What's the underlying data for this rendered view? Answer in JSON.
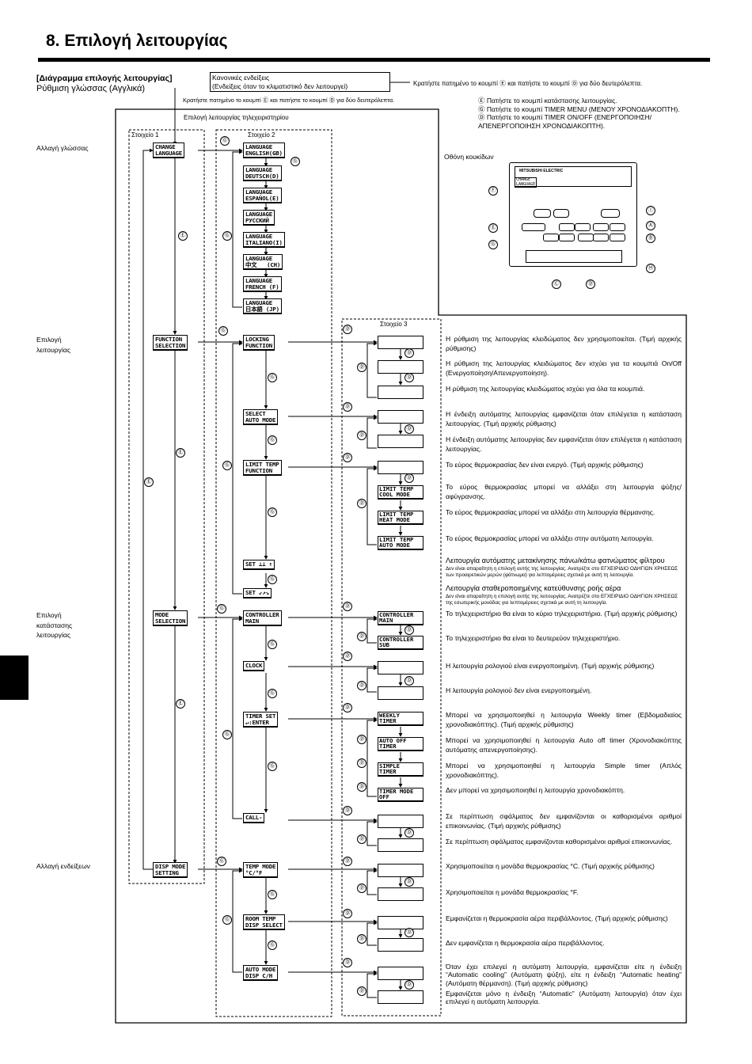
{
  "page_title": "8. Επιλογή λειτουργίας",
  "diagram_heading": "[Διάγραμμα επιλογής λειτουργίας]",
  "diagram_subheading": "Ρύθμιση γλώσσας (Αγγλικά)",
  "normal_display": [
    "Κανονικές ενδείξεις",
    "(Ενδείξεις όταν το κλιματιστικό δεν λειτουργεί)"
  ],
  "hold_instruction_top": "Κρατήστε πατημένο το κουμπί Ⓔ και πατήστε το κουμπί Ⓓ για δύο δευτερόλεπτα.",
  "hold_instruction_left": "Κρατήστε πατημένο το κουμπί Ⓔ και πατήστε το κουμπί Ⓓ για δύο δευτερόλεπτα.",
  "remote_mode_label": "Επιλογή λειτουργίας τηλεχειριστηρίου",
  "legend": [
    "Ⓔ  Πατήστε το κουμπί κατάστασης λειτουργίας.",
    "Ⓖ  Πατήστε το κουμπί TIMER MENU (ΜΕΝΟΥ ΧΡΟΝΟΔΙΑΚΟΠΤΗ).",
    "Ⓓ  Πατήστε το κουμπί TIMER ON/OFF (ΕΝΕΡΓΟΠΟΙΗΣΗ/",
    "     ΑΠΕΝΕΡΓΟΠΟΙΗΣΗ ΧΡΟΝΟΔΙΑΚΟΠΤΗ)."
  ],
  "dot_display_label": "Οθόνη κουκίδων",
  "controller": {
    "brand": "MITSUBISHI ELECTRIC",
    "screen": "CHANGE\nLANGUAGE",
    "callouts": [
      "Ⓕ",
      "Ⓘ",
      "Ⓐ",
      "Ⓔ",
      "Ⓑ",
      "Ⓖ",
      "Ⓗ",
      "Ⓒ",
      "Ⓓ"
    ]
  },
  "steps": {
    "s1": "Στοιχείο 1",
    "s2": "Στοιχείο 2",
    "s3": "Στοιχείο 3"
  },
  "side_labels": {
    "language": "Αλλαγή γλώσσας",
    "function": "Επιλογή\nλειτουργίας",
    "mode": "Επιλογή\nκατάστασης\nλειτουργίας",
    "display": "Αλλαγή ενδείξεων"
  },
  "step1_items": {
    "change_language": "CHANGE\nLANGUAGE",
    "function_selection": "FUNCTION\nSELECTION",
    "mode_selection": "MODE\nSELECTION",
    "disp_mode": "DISP MODE\nSETTING"
  },
  "languages": [
    "LANGUAGE\nENGLISH(GB)",
    "LANGUAGE\nDEUTSCH(D)",
    "LANGUAGE\nESPAÑOL(E)",
    "LANGUAGE\nРУССКИЙ",
    "LANGUAGE\nITALIANO(I)",
    "LANGUAGE\n中文   (CH)",
    "LANGUAGE\nFRENCH (F)",
    "LANGUAGE\n日本語 (JP)"
  ],
  "step2_items": {
    "locking": "LOCKING\nFUNCTION",
    "select_auto": "SELECT\nAUTO MODE",
    "limit_temp": "LIMIT TEMP\nFUNCTION",
    "set_louver": "SET ⊥⊥ ↑",
    "set_vane": "SET ↙↗↘",
    "controller_main": "CONTROLLER\nMAIN",
    "clock": "CLOCK",
    "timer_set": "TIMER SET\n↵:ENTER",
    "call": "CALL-",
    "temp_mode": "TEMP MODE\n°C/°F",
    "room_temp": "ROOM TEMP\nDISP SELECT",
    "auto_mode_disp": "AUTO MODE\nDISP C/H"
  },
  "step3_items": {
    "limit_cool": "LIMIT TEMP\nCOOL MODE",
    "limit_heat": "LIMIT TEMP\nHEAT MODE",
    "limit_auto": "LIMIT TEMP\nAUTO MODE",
    "ctrl_main": "CONTROLLER\nMAIN",
    "ctrl_sub": "CONTROLLER\nSUB",
    "weekly": "WEEKLY\nTIMER",
    "auto_off": "AUTO OFF\nTIMER",
    "simple": "SIMPLE\nTIMER",
    "timer_off": "TIMER MODE\nOFF"
  },
  "descriptions": {
    "lock1": "Η ρύθμιση της λειτουργίας κλειδώματος δεν χρησιμοποιείται. (Τιμή αρχικής ρύθμισης)",
    "lock2": "Η ρύθμιση της λειτουργίας κλειδώματος δεν ισχύει για τα κουμπιά On/Off (Ενεργοποίηση/Απενεργοποίηση).",
    "lock3": "Η ρύθμιση της λειτουργίας κλειδώματος ισχύει για όλα τα κουμπιά.",
    "auto1": "Η ένδειξη αυτόματης λειτουργίας εμφανίζεται όταν επιλέγεται η κατάσταση λειτουργίας. (Τιμή αρχικής ρύθμισης)",
    "auto2": "Η ένδειξη αυτόματης λειτουργίας δεν εμφανίζεται όταν επιλέγεται η κατάσταση λειτουργίας.",
    "lim1": "Το εύρος θερμοκρασίας δεν είναι ενεργό. (Τιμή αρχικής ρύθμισης)",
    "lim2": "Το εύρος θερμοκρασίας μπορεί να αλλάξει στη λειτουργία ψύξης/ αφύγρανσης.",
    "lim3": "Το εύρος θερμοκρασίας μπορεί να αλλάξει στη λειτουργία θέρμανσης.",
    "lim4": "Το εύρος θερμοκρασίας μπορεί να αλλάξει στην αυτόματη λειτουργία.",
    "grille_title": "Λειτουργία αυτόματης μετακίνησης πάνω/κάτω φατνώματος φίλτρου",
    "grille_text": "Δεν είναι απαραίτητη η επιλογή αυτής της λειτουργίας. Ανατρέξτε στο ΕΓΧΕΙΡΙΔΙΟ ΟΔΗΓΙΩΝ ΧΡΗΣΕΩΣ των προαιρετικών μερών (φάτνωμα) για λεπτομέρειες σχετικά με αυτή τη λειτουργία.",
    "vane_title": "Λειτουργία σταθεροποιημένης κατεύθυνσης ροής αέρα",
    "vane_text": "Δεν είναι απαραίτητη η επιλογή αυτής της λειτουργίας. Ανατρέξτε στο ΕΓΧΕΙΡΙΔΙΟ ΟΔΗΓΙΩΝ ΧΡΗΣΕΩΣ της εσωτερικής μονάδας για λεπτομέρειες σχετικά με αυτή τη λειτουργία.",
    "main": "Το τηλεχειριστήριο θα είναι το κύριο τηλεχειριστήριο. (Τιμή αρχικής ρύθμισης)",
    "sub": "Το τηλεχειριστήριο θα είναι το δευτερεύον τηλεχειριστήριο.",
    "clock1": "Η λειτουργία ρολογιού είναι ενεργοποιημένη. (Τιμή αρχικής ρύθμισης)",
    "clock2": "Η λειτουργία ρολογιού δεν είναι ενεργοποιημένη.",
    "weekly": "Μπορεί να χρησιμοποιηθεί η λειτουργία Weekly timer (Εβδομαδιαίος χρονοδιακόπτης). (Τιμή αρχικής ρύθμισης)",
    "autooff": "Μπορεί να χρησιμοποιηθεί η λειτουργία Auto off timer (Χρονοδιακόπτης αυτόματης απενεργοποίησης).",
    "simple": "Μπορεί να χρησιμοποιηθεί η λειτουργία Simple timer (Απλός χρονοδιακόπτης).",
    "timeroff": "Δεν μπορεί να χρησιμοποιηθεί η λειτουργία χρονοδιακόπτη.",
    "call1": "Σε περίπτωση σφάλματος δεν εμφανίζονται οι καθορισμένοι αριθμοί επικοινωνίας. (Τιμή αρχικής ρύθμισης)",
    "call2": "Σε περίπτωση σφάλματος εμφανίζονται καθορισμένοι αριθμοί επικοινωνίας.",
    "tempc": "Χρησιμοποιείται η μονάδα θερμοκρασίας °C. (Τιμή αρχικής ρύθμισης)",
    "tempf": "Χρησιμοποιείται η μονάδα θερμοκρασίας °F.",
    "room1": "Εμφανίζεται η θερμοκρασία αέρα περιβάλλοντος. (Τιμή αρχικής ρύθμισης)",
    "room2": "Δεν εμφανίζεται η θερμοκρασία αέρα περιβάλλοντος.",
    "autodisp1": "Όταν έχει επιλεγεί η αυτόματη λειτουργία, εμφανίζεται είτε η ένδειξη “Automatic cooling” (Αυτόματη ψύξη), είτε η ένδειξη “Automatic heating” (Αυτόματη θέρμανση). (Τιμή αρχικής ρύθμισης)",
    "autodisp2": "Εμφανίζεται μόνο η ένδειξη “Automatic” (Αυτόματη λειτουργία) όταν έχει επιλεγεί η αυτόματη λειτουργία."
  },
  "button_marks": {
    "E": "Ⓔ",
    "G": "Ⓖ",
    "D": "Ⓓ"
  }
}
